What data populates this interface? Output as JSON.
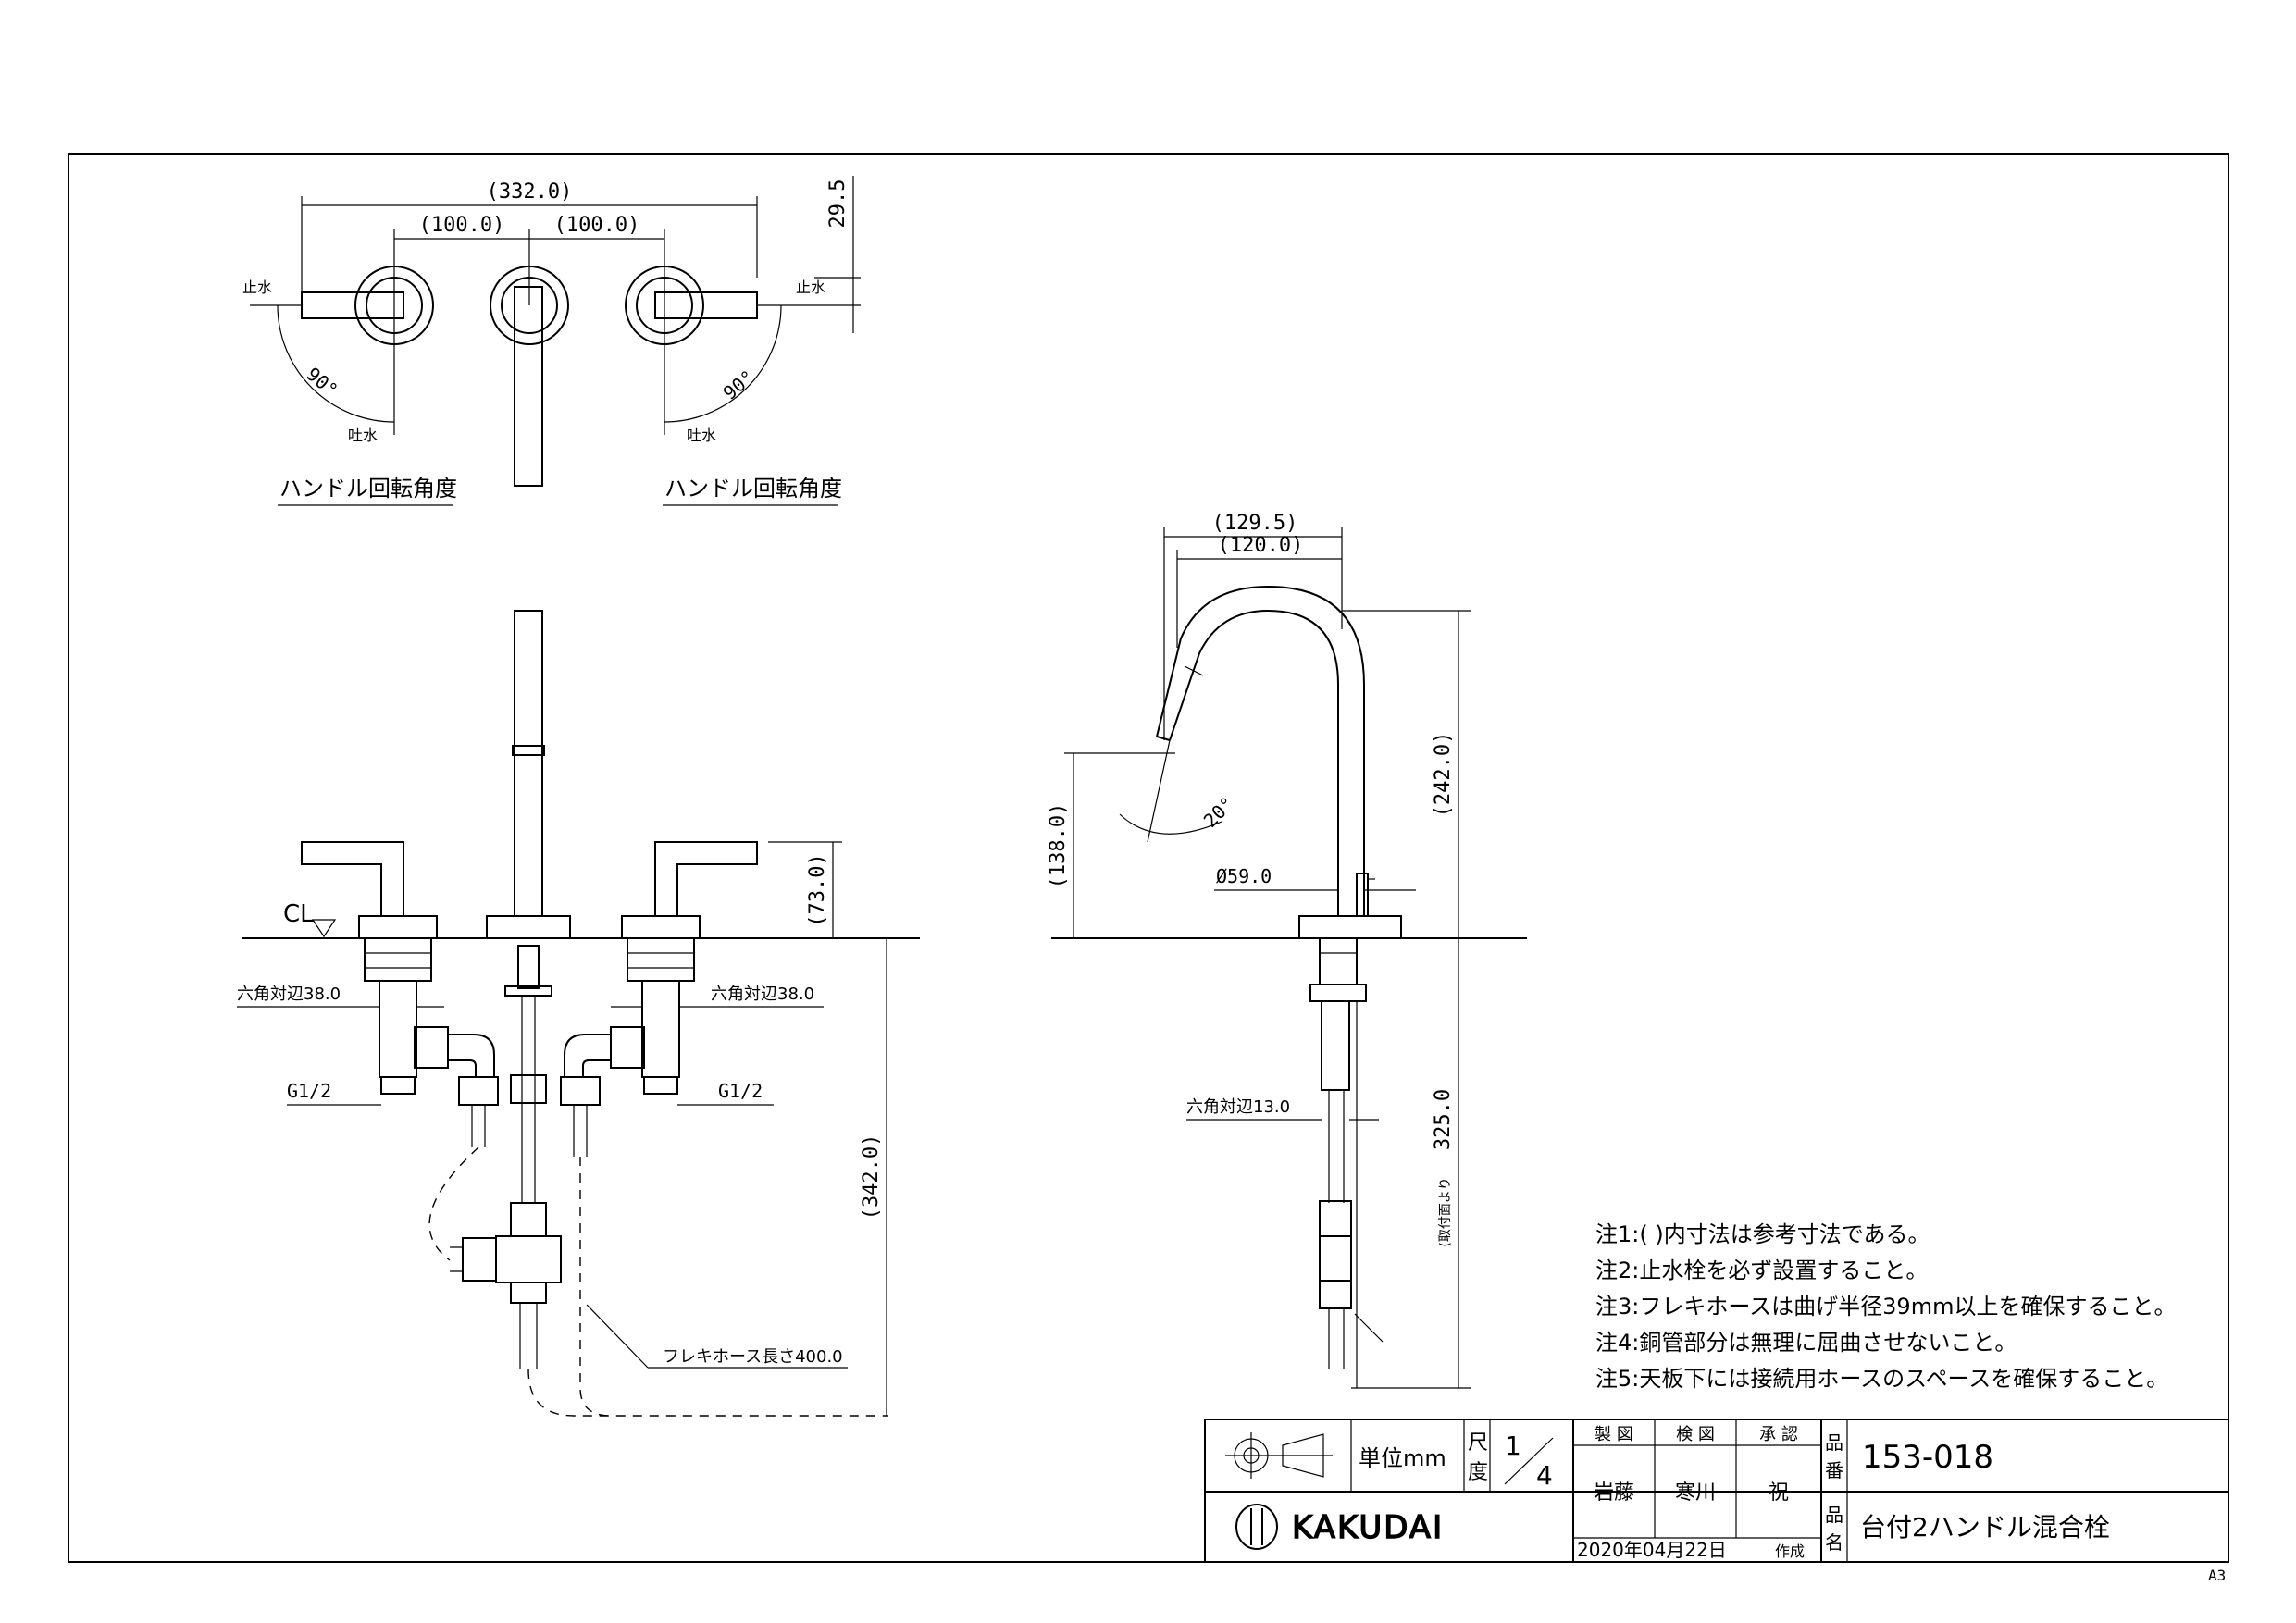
{
  "top_view": {
    "dim_total": "(332.0)",
    "dim_left": "(100.0)",
    "dim_right": "(100.0)",
    "dim_height": "29.5",
    "left_stop": "止水",
    "right_stop": "止水",
    "left_angle": "90°",
    "right_angle": "90°",
    "left_flow": "吐水",
    "right_flow": "吐水",
    "left_caption": "ハンドル回転角度",
    "right_caption": "ハンドル回転角度"
  },
  "front_view": {
    "cl_label": "CL",
    "dim_handle_h": "(73.0)",
    "hex_left": "六角対辺38.0",
    "hex_right": "六角対辺38.0",
    "thread_left": "G1/2",
    "thread_right": "G1/2",
    "dim_below": "(342.0)",
    "hose_label": "フレキホース長さ400.0"
  },
  "side_view": {
    "dim_reach_outer": "(129.5)",
    "dim_reach_inner": "(120.0)",
    "dim_total_h": "(242.0)",
    "dim_spout_h": "(138.0)",
    "angle": "20°",
    "diameter": "Ø59.0",
    "hex_small": "六角対辺13.0",
    "dim_below": "325.0",
    "dim_below_note": "(取付面より"
  },
  "notes": [
    "注1:(  )内寸法は参考寸法である。",
    "注2:止水栓を必ず設置すること。",
    "注3:フレキホースは曲げ半径39mm以上を確保すること。",
    "注4:銅管部分は無理に屈曲させないこと。",
    "注5:天板下には接続用ホースのスペースを確保すること。"
  ],
  "title_block": {
    "unit_label": "単位mm",
    "scale_label_1": "尺",
    "scale_label_2": "度",
    "scale_num": "1",
    "scale_den": "4",
    "role_draw": "製 図",
    "role_check": "検 図",
    "role_approve": "承 認",
    "name_draw": "岩藤",
    "name_check": "寒川",
    "name_approve": "祝",
    "number_label_1": "品",
    "number_label_2": "番",
    "part_number": "153-018",
    "name_label_1": "品",
    "name_label_2": "名",
    "part_name": "台付2ハンドル混合栓",
    "brand": "KAKUDAI",
    "date": "2020年04月22日",
    "created": "作成",
    "sheet_size": "A3"
  }
}
